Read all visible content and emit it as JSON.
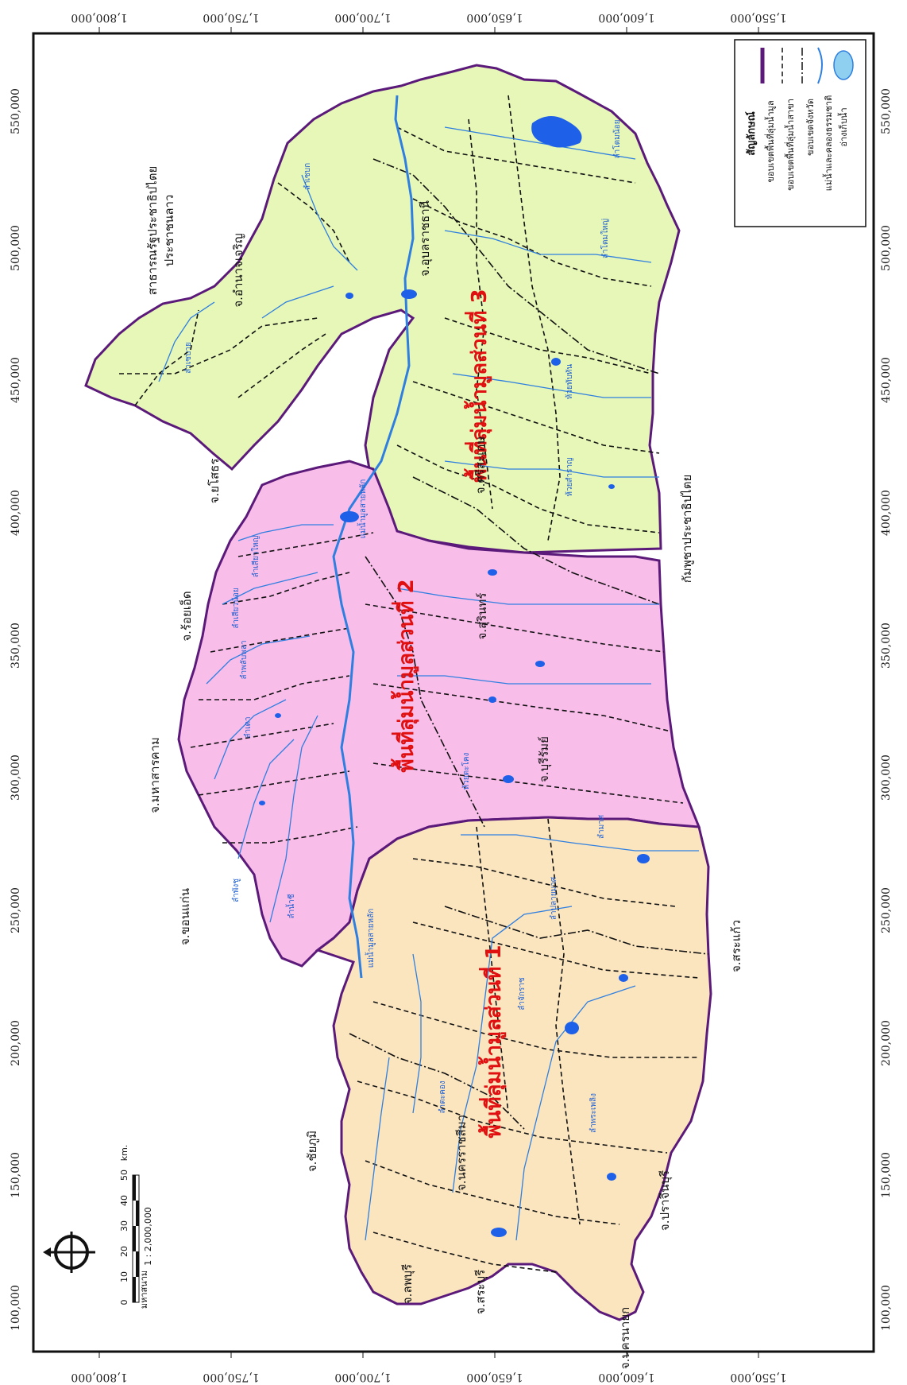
{
  "ticks": {
    "top": [
      "1,800,000",
      "1,750,000",
      "1,700,000",
      "1,650,000",
      "1,600,000",
      "1,550,000"
    ],
    "bottom": [
      "1,800,000",
      "1,750,000",
      "1,700,000",
      "1,650,000",
      "1,600,000",
      "1,550,000"
    ],
    "left": [
      "550,000",
      "500,000",
      "450,000",
      "400,000",
      "350,000",
      "300,000",
      "250,000",
      "200,000",
      "150,000",
      "100,000"
    ],
    "right": [
      "550,000",
      "500,000",
      "450,000",
      "400,000",
      "350,000",
      "300,000",
      "250,000",
      "200,000",
      "150,000",
      "100,000"
    ]
  },
  "regions": {
    "zone1": {
      "label": "พื้นที่ลุ่มน้ำมูลส่วนที่ 1",
      "color": "#fbe5bf"
    },
    "zone2": {
      "label": "พื้นที่ลุ่มน้ำมูลส่วนที่ 2",
      "color": "#f9bdea"
    },
    "zone3": {
      "label": "พื้นที่ลุ่มน้ำมูลส่วนที่ 3",
      "color": "#e6f7b8"
    }
  },
  "places": [
    "จ.ยโสธร",
    "จ.อำนาจเจริญ",
    "สาธารณรัฐประชาธิปไตย",
    "ประชาชนลาว",
    "จ.อุบลราชธานี",
    "จ.ร้อยเอ็ด",
    "จ.มหาสารคาม",
    "จ.ขอนแก่น",
    "จ.ชัยภูมิ",
    "จ.ลพบุรี",
    "จ.สระบุรี",
    "จ.นครนายก",
    "จ.ปราจีนบุรี",
    "จ.สระแก้ว",
    "จ.นครราชสีมา",
    "จ.บุรีรัมย์",
    "จ.สุรินทร์",
    "จ.ศรีสะเกษ",
    "กัมพูชาประชาธิปไตย"
  ],
  "rivers": [
    "แม่น้ำมูลสายหลัก",
    "แม่น้ำมูลสายหลัก",
    "ลำโดมใหญ่",
    "ลำโดมน้อย",
    "ลำเซบก",
    "ลำเซบาย",
    "ห้วยทับทัน",
    "ห้วยสำราญ",
    "ลำพลับพลา",
    "ลำเสียวใหญ่",
    "ลำเสียวน้อย",
    "ลำเตา",
    "ลำพังชู",
    "ลำน้ำชี",
    "ห้วยตะโคง",
    "ลำปลายมาศ",
    "ลำจักราช",
    "ลำตะคอง",
    "ลำพระเพลิง",
    "ลำมาศ"
  ],
  "legend": {
    "title": "สัญลักษณ์",
    "items": [
      "ขอบเขตพื้นที่ลุ่มน้ำมูล",
      "ขอบเขตพื้นที่ลุ่มน้ำสาขา",
      "ขอบเขตจังหวัด",
      "แม่น้ำและคลองธรรมชาติ",
      "อ่างเก็บน้ำ"
    ]
  },
  "scale": {
    "ticks": [
      "0",
      "10",
      "20",
      "30",
      "40",
      "50"
    ],
    "unit": "km.",
    "ratio": "1 : 2,000,000",
    "author": "มหาสนาม"
  },
  "colors": {
    "boundary": "#5b1a7a",
    "river": "#2f7fe0",
    "reservoir": "#1f60e8"
  }
}
